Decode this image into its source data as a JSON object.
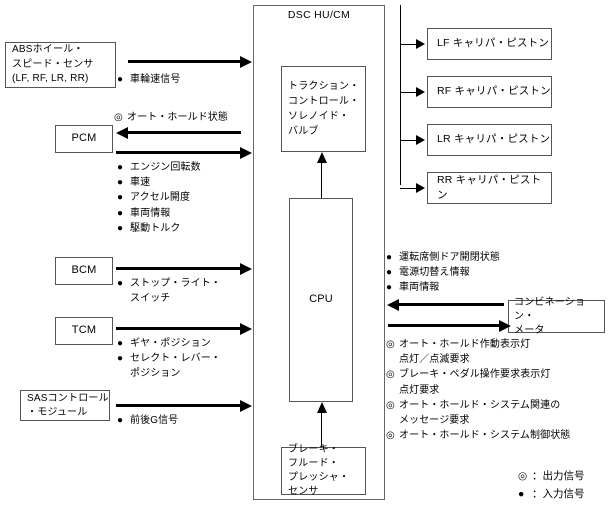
{
  "diagram": {
    "title": "DSC HU/CM",
    "central_unit": {
      "label": "DSC HU/CM",
      "inner_blocks": [
        {
          "id": "traction",
          "label": "トラクション・\nコントロール・\nソレノイド・\nバルブ"
        },
        {
          "id": "cpu",
          "label": "CPU"
        }
      ]
    },
    "bottom_sensor": {
      "label": "ブレーキ・\nフルード・\nプレッシャ・\nセンサ"
    },
    "left_nodes": [
      {
        "id": "abs-wheel-speed-sensor",
        "label": "ABSホイール・\nスピード・センサ\n(LF, RF, LR, RR)"
      },
      {
        "id": "pcm",
        "label": "PCM"
      },
      {
        "id": "bcm",
        "label": "BCM"
      },
      {
        "id": "tcm",
        "label": "TCM"
      },
      {
        "id": "sas-control-module",
        "label": "SASコントロール\n・モジュール"
      }
    ],
    "right_nodes": [
      {
        "id": "lf-caliper-piston",
        "label": "LF キャリパ・ピストン"
      },
      {
        "id": "rf-caliper-piston",
        "label": "RF キャリパ・ピストン"
      },
      {
        "id": "lr-caliper-piston",
        "label": "LR キャリパ・ピストン"
      },
      {
        "id": "rr-caliper-piston",
        "label": "RR キャリパ・ピストン"
      }
    ],
    "combination_meter": {
      "label": "コンビネーション・\nメータ"
    },
    "signal_groups": {
      "abs_to_dsc": [
        {
          "marker": "●",
          "text": "車輪速信号",
          "cont": ""
        }
      ],
      "dsc_to_pcm": [
        {
          "marker": "◎",
          "text": "オート・ホールド状態",
          "cont": ""
        }
      ],
      "pcm_to_dsc": [
        {
          "marker": "●",
          "text": "エンジン回転数",
          "cont": ""
        },
        {
          "marker": "●",
          "text": "車速",
          "cont": ""
        },
        {
          "marker": "●",
          "text": "アクセル開度",
          "cont": ""
        },
        {
          "marker": "●",
          "text": "車両情報",
          "cont": ""
        },
        {
          "marker": "●",
          "text": "駆動トルク",
          "cont": ""
        }
      ],
      "bcm_to_dsc": [
        {
          "marker": "●",
          "text": "ストップ・ライト・",
          "cont": "スイッチ"
        }
      ],
      "tcm_to_dsc": [
        {
          "marker": "●",
          "text": "ギヤ・ポジション",
          "cont": ""
        },
        {
          "marker": "●",
          "text": "セレクト・レバー・",
          "cont": "ポジション"
        }
      ],
      "sas_to_dsc": [
        {
          "marker": "●",
          "text": "前後G信号",
          "cont": ""
        }
      ],
      "meter_to_dsc": [
        {
          "marker": "●",
          "text": "運転席側ドア開閉状態",
          "cont": ""
        },
        {
          "marker": "●",
          "text": "電源切替え情報",
          "cont": ""
        },
        {
          "marker": "●",
          "text": "車両情報",
          "cont": ""
        }
      ],
      "dsc_to_meter": [
        {
          "marker": "◎",
          "text": "オート・ホールド作動表示灯",
          "cont": "点灯／点滅要求"
        },
        {
          "marker": "◎",
          "text": "ブレーキ・ペダル操作要求表示灯",
          "cont": "点灯要求"
        },
        {
          "marker": "◎",
          "text": "オート・ホールド・システム関連の",
          "cont": "メッセージ要求"
        },
        {
          "marker": "◎",
          "text": "オート・ホールド・システム制御状態",
          "cont": ""
        }
      ]
    },
    "legend": [
      {
        "marker": "◎",
        "text": "：出力信号"
      },
      {
        "marker": "●",
        "text": "：入力信号"
      }
    ],
    "colors": {
      "line": "#000000",
      "box_border": "#555555",
      "background": "#ffffff"
    }
  }
}
